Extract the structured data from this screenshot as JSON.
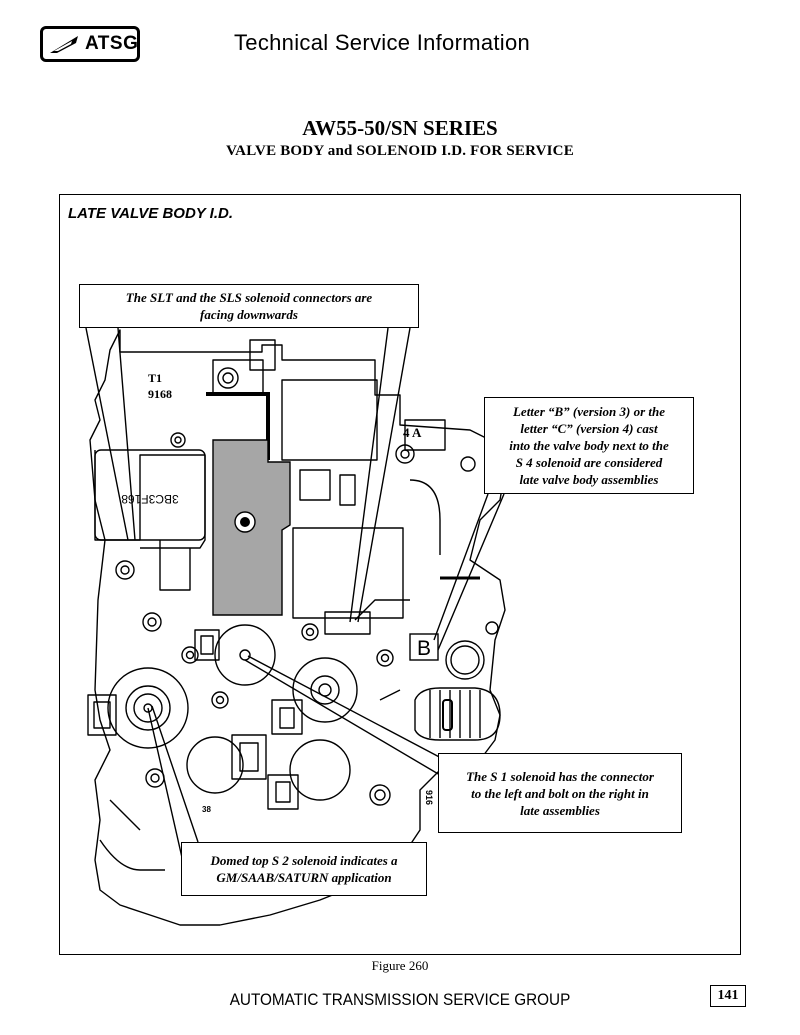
{
  "header": {
    "logo_text": "ATSG",
    "title": "Technical Service Information"
  },
  "document": {
    "title": "AW55-50/SN SERIES",
    "subtitle": "VALVE BODY and SOLENOID I.D. FOR SERVICE"
  },
  "figure": {
    "section_label": "LATE VALVE BODY I.D.",
    "part_markings": {
      "t1": "T1",
      "t1_number": "9168",
      "cast_number": "3BC3F168",
      "cast_mark_4a": "4 A",
      "letter_b": "B",
      "small_mark": "38",
      "edge_mark": "916"
    },
    "callouts": {
      "slt_sls": [
        "The SLT and the SLS solenoid connectors are",
        "facing downwards"
      ],
      "letter_b": [
        "Letter “B” (version 3) or the",
        "letter “C” (version 4) cast",
        "into the valve body next to the",
        "S 4 solenoid are considered",
        "late valve body assemblies"
      ],
      "s1": [
        "The S 1 solenoid has the connector",
        "to the left and bolt on the right in",
        "late assemblies"
      ],
      "s2": [
        "Domed top S 2 solenoid indicates a",
        "GM/SAAB/SATURN application"
      ]
    },
    "caption": "Figure 260"
  },
  "footer": {
    "text": "AUTOMATIC TRANSMISSION SERVICE GROUP",
    "page_number": "141"
  }
}
